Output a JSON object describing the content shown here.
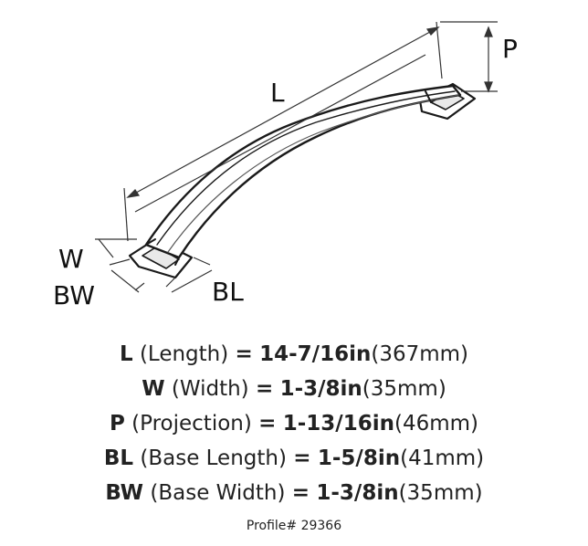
{
  "diagram": {
    "labels": {
      "L": "L",
      "P": "P",
      "W": "W",
      "BW": "BW",
      "BL": "BL"
    }
  },
  "specs": [
    {
      "code": "L",
      "name": "(Length)",
      "imperial": "14-7/16in",
      "metric": "(367mm)"
    },
    {
      "code": "W",
      "name": "(Width)",
      "imperial": "1-3/8in",
      "metric": "(35mm)"
    },
    {
      "code": "P",
      "name": "(Projection)",
      "imperial": "1-13/16in",
      "metric": "(46mm)"
    },
    {
      "code": "BL",
      "name": "(Base Length)",
      "imperial": "1-5/8in",
      "metric": "(41mm)"
    },
    {
      "code": "BW",
      "name": "(Base Width)",
      "imperial": "1-3/8in",
      "metric": "(35mm)"
    }
  ],
  "equals": "=",
  "profile": "Profile# 29366"
}
